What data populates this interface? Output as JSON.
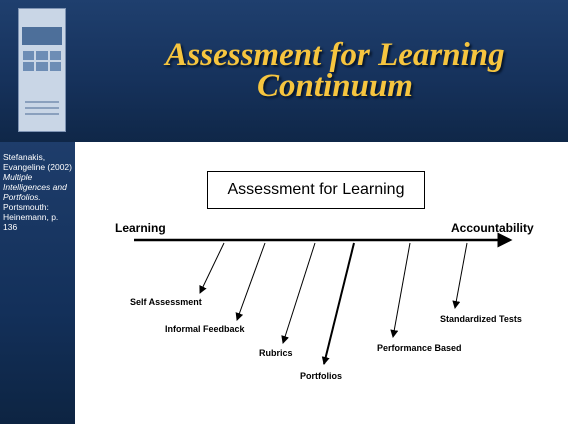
{
  "title": {
    "line1": "Assessment for Learning",
    "line2": "Continuum"
  },
  "citation": {
    "part1": "Stefanakis, Evangeline (2002) ",
    "book_title": "Multiple Intelligences and Portfolios.",
    "part2": " Portsmouth: Heinemann, p. 136"
  },
  "diagram": {
    "box_label": "Assessment for Learning",
    "left_end": "Learning",
    "right_end": "Accountability",
    "items": [
      "Self Assessment",
      "Informal Feedback",
      "Rubrics",
      "Portfolios",
      "Performance Based",
      "Standardized Tests"
    ]
  },
  "colors": {
    "title": "#f6c53f",
    "panel": "#16325c"
  }
}
